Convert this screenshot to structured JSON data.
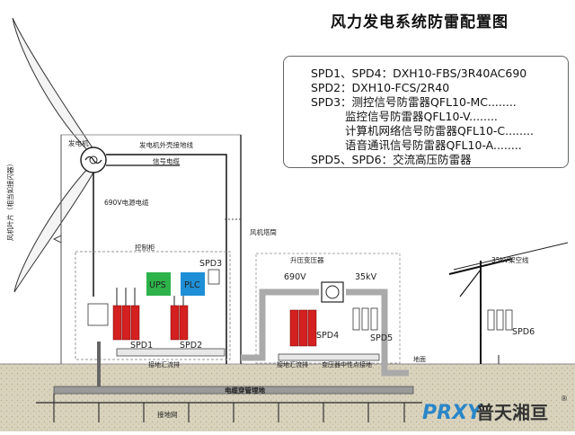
{
  "title": "风力发电系统防雷配置图",
  "legend": {
    "lines": [
      "SPD1、SPD4：DXH10-FBS/3R40AC690",
      "SPD2：DXH10-FCS/2R40",
      "SPD3：测控信号防雷器QFL10-MC........",
      "监控信号防雷器QFL10-V........",
      "计算机网络信号防雷器QFL10-C........",
      "语音通讯信号防雷器QFL10-A........",
      "SPD5、SPD6：交流高压防雷器"
    ]
  },
  "labels": {
    "blade": "风机叶片（相当如接闪器）",
    "generator": "发电机",
    "gen_ground": "发电机外壳接地线",
    "signal_cable": "信号电缆",
    "power_cable": "690V电源电缆",
    "tower": "风机塔筒",
    "control_cabinet": "控制柜",
    "ups": "UPS",
    "plc": "PLC",
    "spd3": "SPD3",
    "spd1": "SPD1",
    "spd2": "SPD2",
    "cab_busbar": "接地汇流排",
    "transformer": "升压变压器",
    "v690": "690V",
    "kv35": "35kV",
    "spd4": "SPD4",
    "spd5": "SPD5",
    "tr_busbar": "接地汇流排",
    "tr_ground": "变压器中性点接地",
    "overhead": "35kV架空线",
    "spd6": "SPD6",
    "ground_surface": "地面",
    "cable_pipe": "电缆穿管埋地",
    "ground_net": "接地网",
    "brand_logo": "PRXY",
    "brand_name": "普天湘亘",
    "reg": "®"
  },
  "colors": {
    "ups_green": "#2db34a",
    "plc_blue": "#1e8fd6",
    "spd_red": "#d42020",
    "earth": "#d8d2bc",
    "pipe": "#b0b0b0",
    "logo_blue": "#2a86c8"
  }
}
